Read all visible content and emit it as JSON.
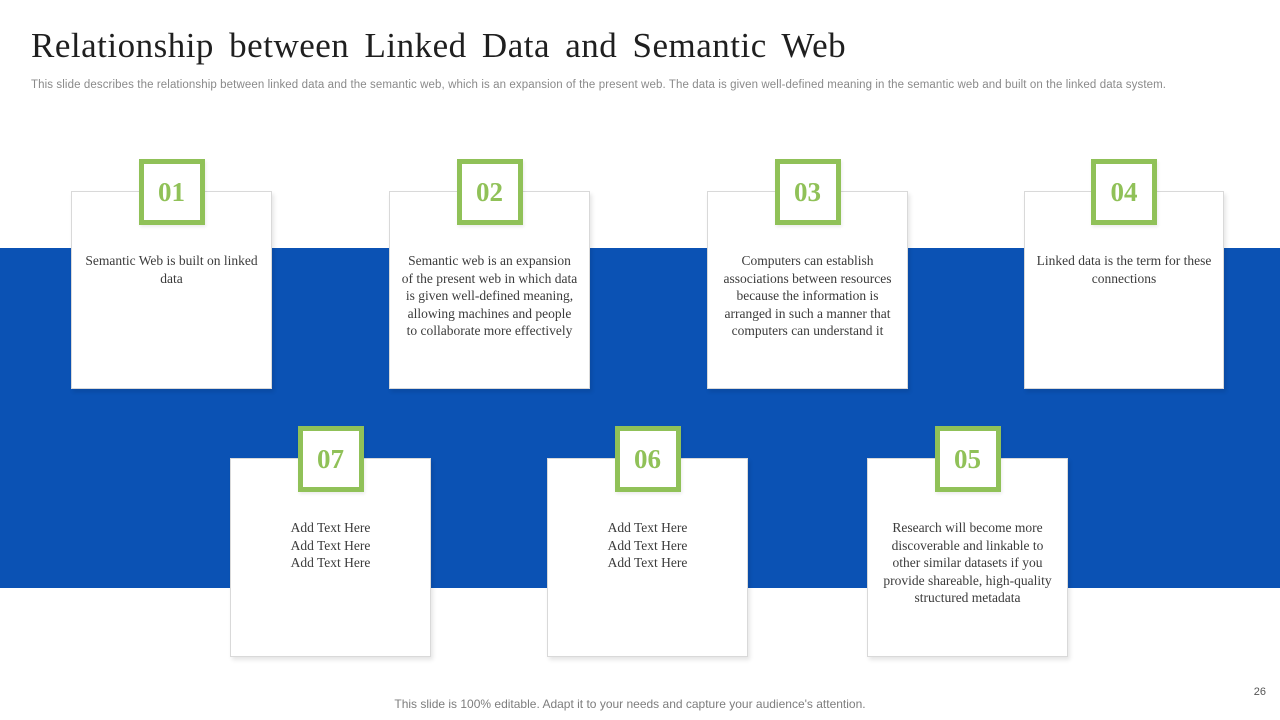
{
  "slide": {
    "title": "Relationship between Linked Data and Semantic Web",
    "subtitle": "This slide describes the relationship between linked data and the semantic web, which is an expansion of the present web. The data is given well-defined meaning in the semantic web and built on the linked data system.",
    "footer": "This slide is 100% editable. Adapt it to your needs and capture your audience's attention.",
    "page_number": "26"
  },
  "colors": {
    "band_blue": "#0B52B4",
    "badge_green": "#90C158",
    "card_border": "#D9D9D9",
    "title_text": "#1F1F1F",
    "body_text": "#3B3B3B",
    "muted_text": "#8A8A8A"
  },
  "cards": [
    {
      "number": "01",
      "text": "Semantic Web is built on linked  data"
    },
    {
      "number": "02",
      "text": "Semantic web is an expansion of the present web in which data is given well-defined meaning,  allowing machines and people to collaborate more effectively"
    },
    {
      "number": "03",
      "text": "Computers can establish associations between resources because the information  is  arranged in  such a manner that computers can understand it"
    },
    {
      "number": "04",
      "text": "Linked  data is the term for these connections"
    },
    {
      "number": "07",
      "text": "Add Text Here\nAdd Text Here\nAdd Text Here"
    },
    {
      "number": "06",
      "text": "Add Text Here\nAdd Text Here\nAdd Text Here"
    },
    {
      "number": "05",
      "text": "Research will become more discoverable and linkable  to other similar datasets if you provide shareable, high-quality structured metadata"
    }
  ]
}
